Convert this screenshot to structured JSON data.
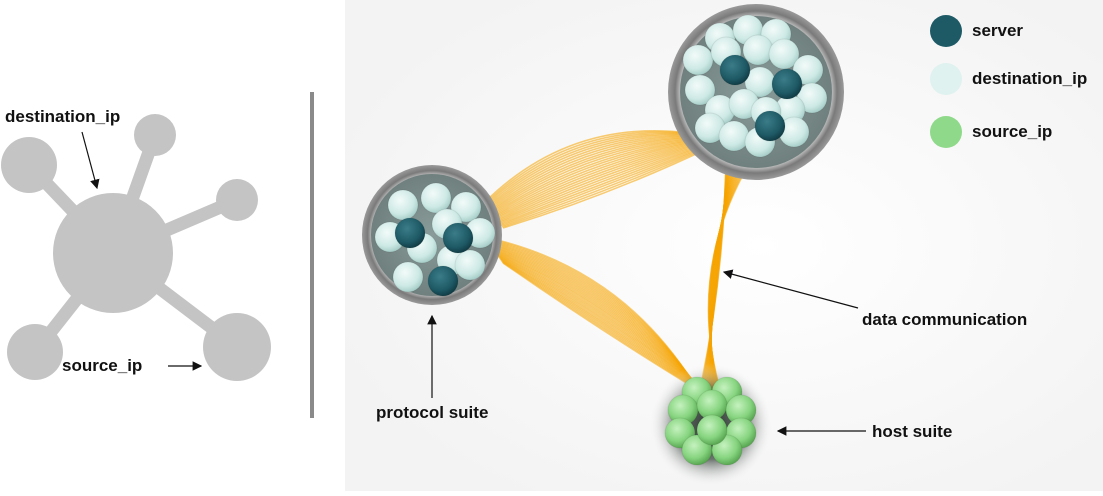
{
  "left_diagram": {
    "destination_label": "destination_ip",
    "source_label": "source_ip"
  },
  "right_diagram": {
    "protocol_label": "protocol suite",
    "host_label": "host suite",
    "data_label": "data communication"
  },
  "legend": [
    {
      "key": "server",
      "label": "server",
      "color": "#1e5a66"
    },
    {
      "key": "destination",
      "label": "destination_ip",
      "color": "#dff2ef"
    },
    {
      "key": "source",
      "label": "source_ip",
      "color": "#8fd98a"
    }
  ],
  "colors": {
    "node_gray": "#c4c4c4",
    "divider": "#8a8a8a",
    "edge": "#f5a400",
    "server": "#1e5a66",
    "destination": "#cfece8",
    "source": "#7ccf78"
  }
}
